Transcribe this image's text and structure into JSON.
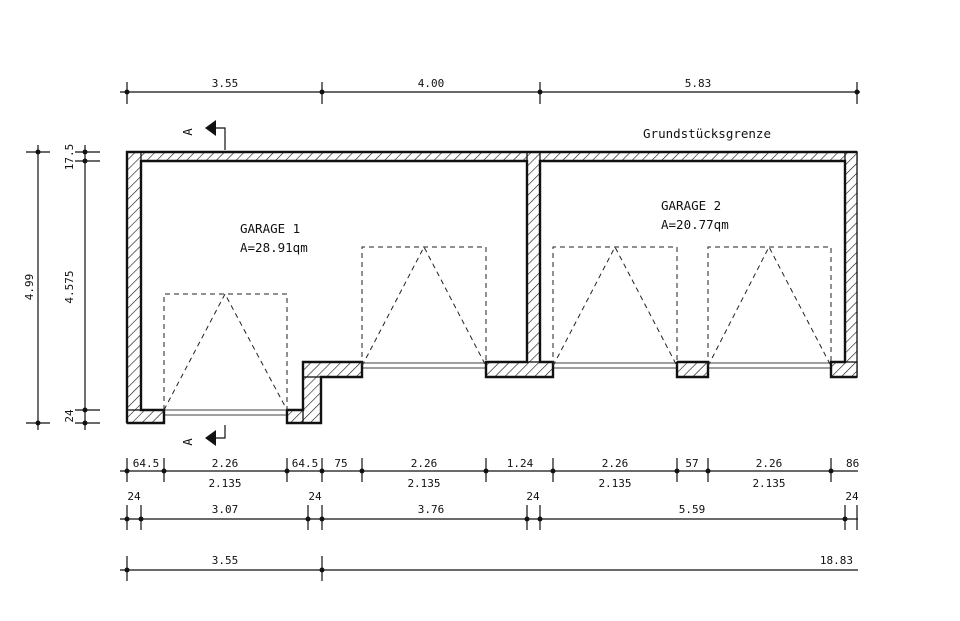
{
  "top_dimensions": [
    "3.55",
    "4.00",
    "5.83"
  ],
  "boundary_label": "Grundstücksgrenze",
  "rooms": [
    {
      "name": "GARAGE 1",
      "area": "A=28.91qm"
    },
    {
      "name": "GARAGE 2",
      "area": "A=20.77qm"
    }
  ],
  "section_marker": "A",
  "left_dimensions": {
    "overall": "4.99",
    "segments": [
      "17.5",
      "4.575",
      "24"
    ]
  },
  "bottom_row1": {
    "upper": [
      "64.5",
      "2.26",
      "64.5",
      "75",
      "2.26",
      "1.24",
      "2.26",
      "57",
      "2.26",
      "86"
    ],
    "lower": [
      "2.135",
      "2.135",
      "2.135",
      "2.135"
    ]
  },
  "bottom_row2": [
    "24",
    "3.07",
    "24",
    "3.76",
    "24",
    "5.59",
    "24"
  ],
  "bottom_row3": [
    "3.55",
    "18.83"
  ]
}
